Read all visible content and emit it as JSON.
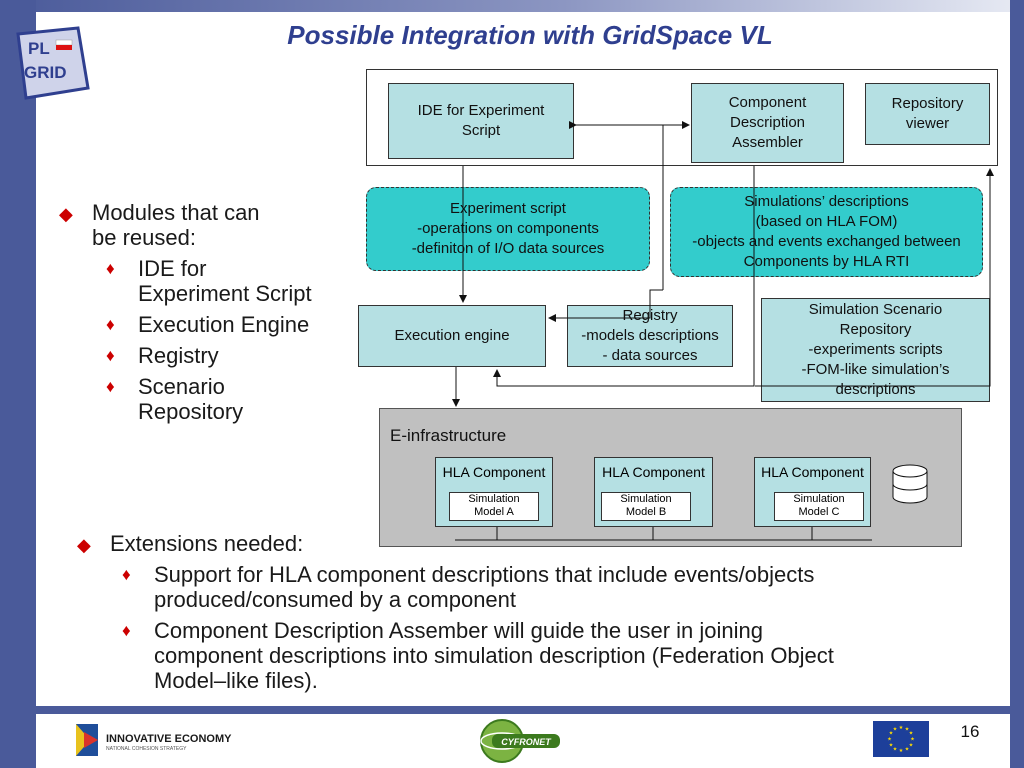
{
  "slide": {
    "title": "Possible Integration with GridSpace VL",
    "page_number": "16",
    "logo_text_top": "PL",
    "logo_text_bottom": "GRID",
    "footer_left_title": "INNOVATIVE ECONOMY",
    "footer_left_subtitle": "NATIONAL COHESION STRATEGY",
    "footer_center_logo": "CYFRONET"
  },
  "bullets_reuse": {
    "heading": "Modules that can\nbe reused:",
    "items": [
      "IDE for\nExperiment Script",
      "Execution Engine",
      "Registry",
      "Scenario\nRepository"
    ]
  },
  "bullets_extensions": {
    "heading": "Extensions needed:",
    "items": [
      "Support for HLA component descriptions that include events/objects\nproduced/consumed by a component",
      "Component Description Assember will guide the user  in joining\ncomponent descriptions into simulation description (Federation Object\nModel–like files)."
    ]
  },
  "diagram": {
    "ide": "IDE for Experiment\nScript",
    "cda": "Component\nDescription\nAssembler",
    "repo_viewer": "Repository\nviewer",
    "experiment_script": "Experiment script\n-operations on components\n-definiton of I/O data sources",
    "sim_desc": "Simulations’ descriptions\n(based on HLA FOM)\n-objects and events exchanged between\nComponents  by HLA RTI",
    "exec_engine": "Execution engine",
    "registry": "Registry\n-models descriptions\n- data sources",
    "scenario_repo": "Simulation  Scenario\nRepository\n-experiments scripts\n-FOM-like simulation’s\ndescriptions",
    "einfra_label": "E-infrastructure",
    "hla_components": [
      {
        "label": "HLA Component",
        "model": "Simulation\nModel A"
      },
      {
        "label": "HLA Component",
        "model": "Simulation\nModel B"
      },
      {
        "label": "HLA Component",
        "model": "Simulation\nModel C"
      }
    ]
  },
  "colors": {
    "frame": "#4a5a9a",
    "title": "#2f3f8f",
    "bullet": "#cc0000",
    "box_fill": "#b5e0e3",
    "cyan_fill": "#33cccc",
    "einfra_fill": "#c0c0c0"
  }
}
